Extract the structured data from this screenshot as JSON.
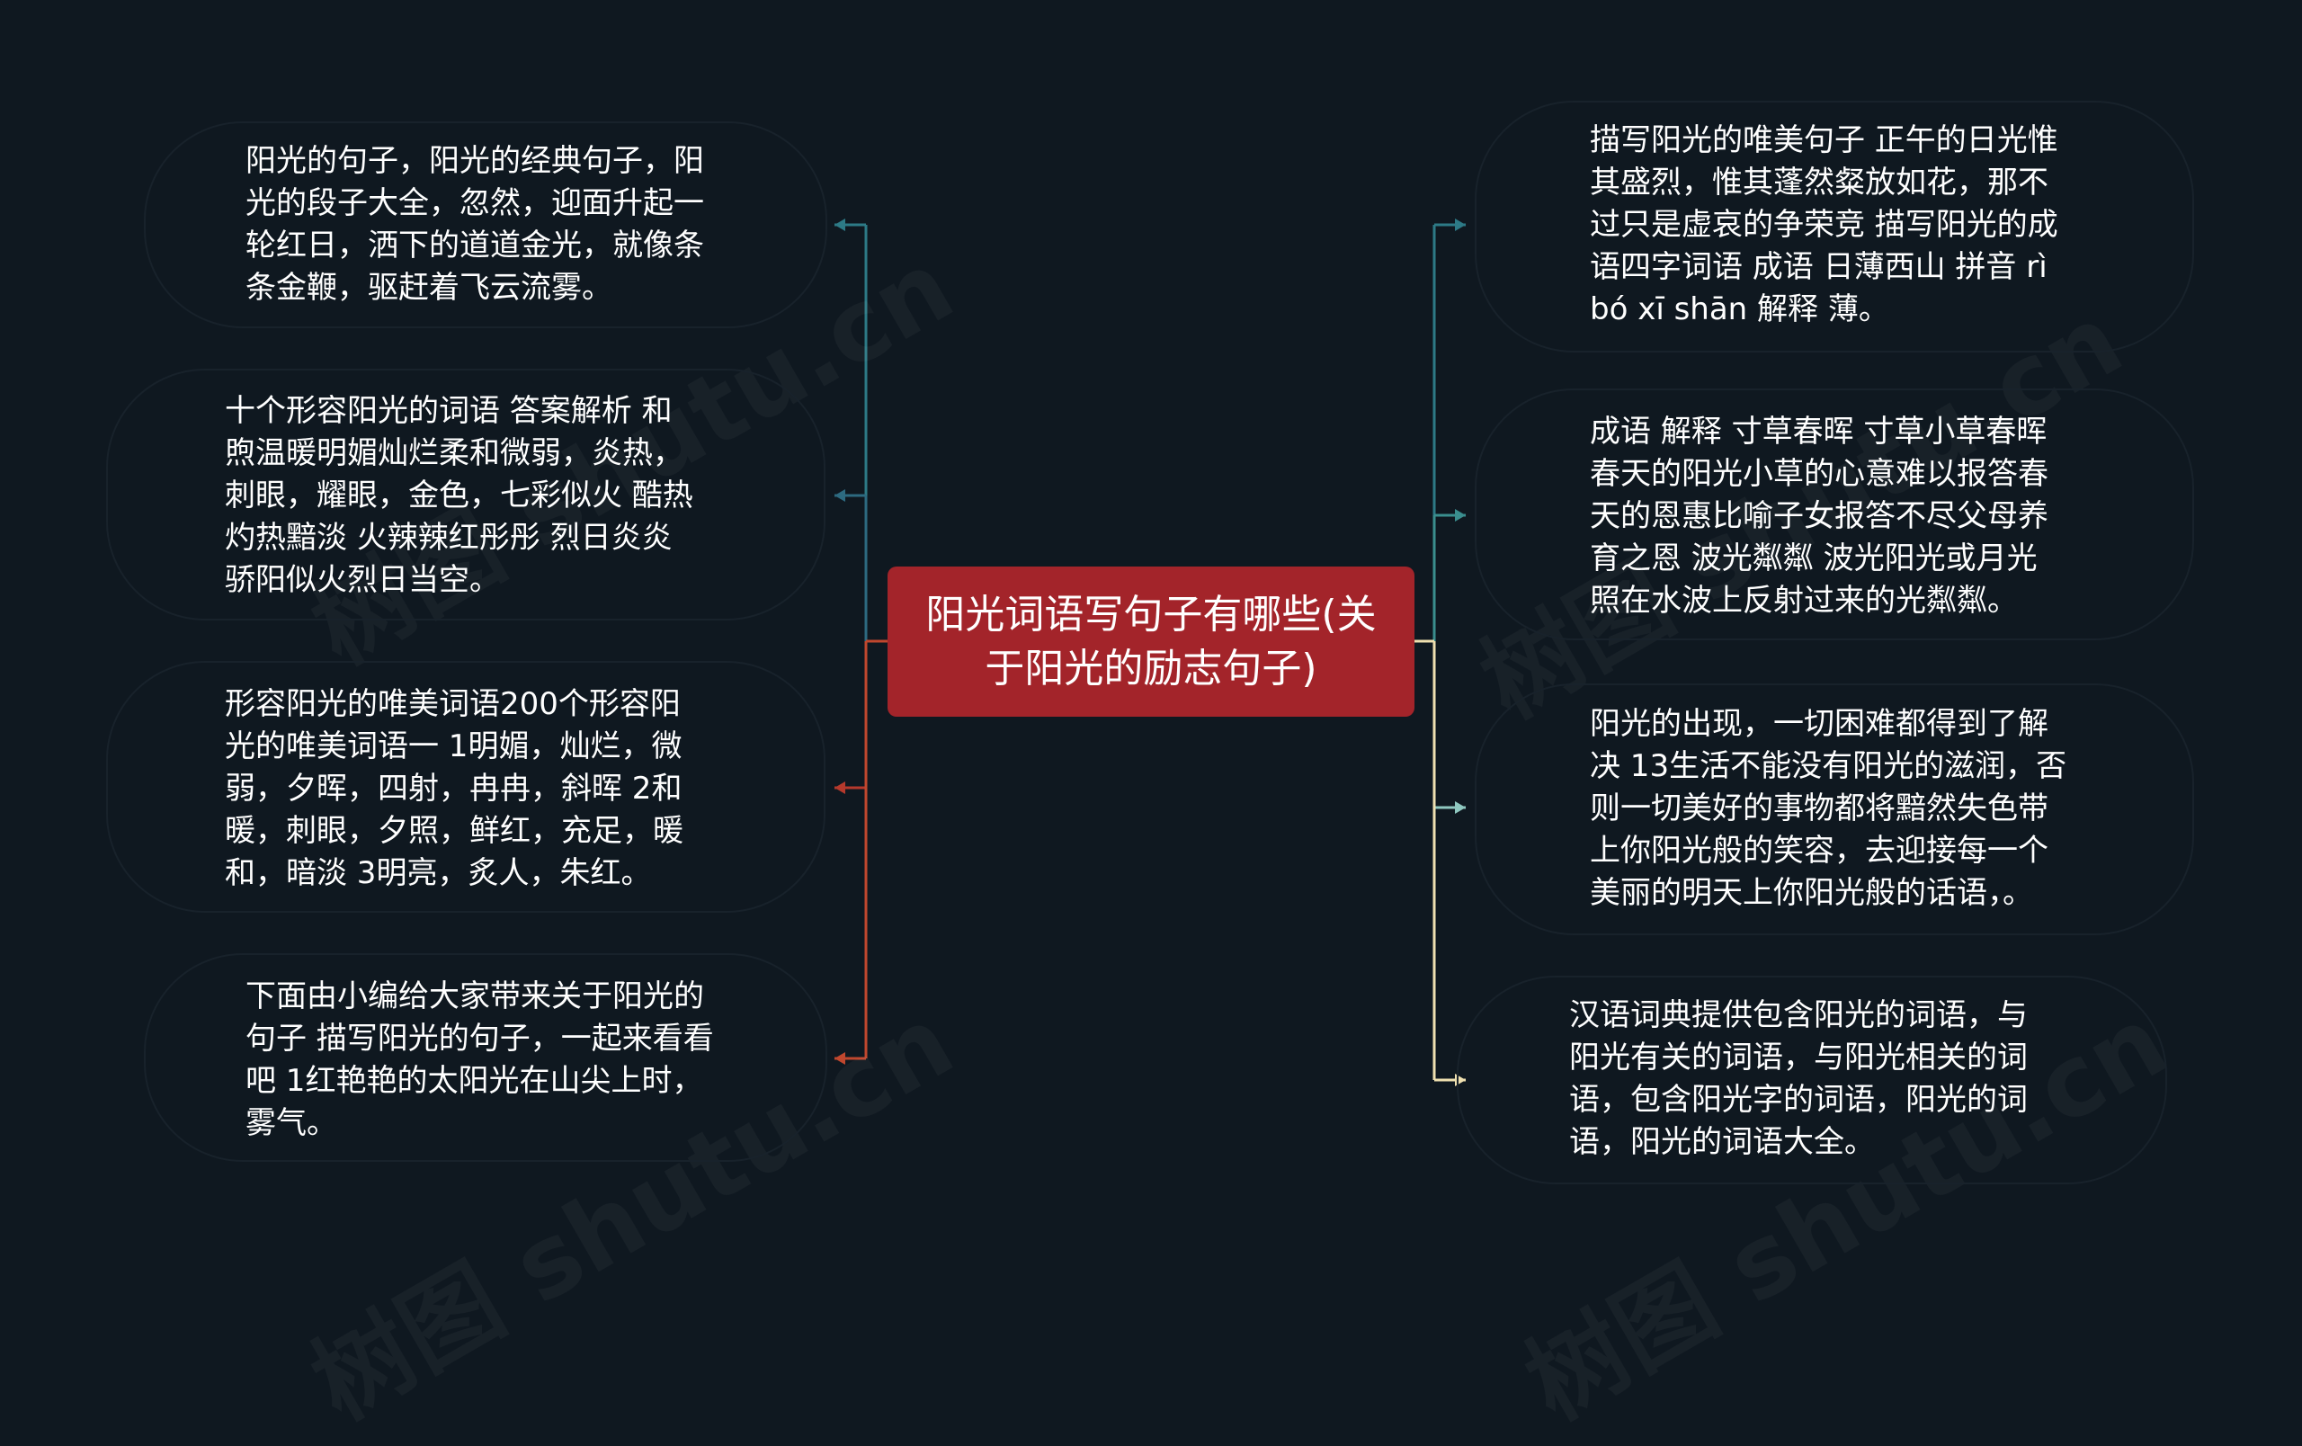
{
  "center": {
    "title": "阳光词语写句子有哪些(关\n于阳光的励志句子)"
  },
  "left_nodes": [
    {
      "text": "阳光的句子，阳光的经典句子，阳\n光的段子大全，忽然，迎面升起一\n轮红日，洒下的道道金光，就像条\n条金鞭，驱赶着飞云流雾。",
      "connector_color": "#2d7a86"
    },
    {
      "text": "十个形容阳光的词语 答案解析 和\n煦温暖明媚灿烂柔和微弱，炎热，\n刺眼，耀眼，金色，七彩似火 酷热\n灼热黯淡 火辣辣红彤彤 烈日炎炎\n骄阳似火烈日当空。",
      "connector_color": "#2d6a80"
    },
    {
      "text": "形容阳光的唯美词语200个形容阳\n光的唯美词语一 1明媚，灿烂，微\n弱，夕晖，四射，冉冉，斜晖 2和\n暖，刺眼，夕照，鲜红，充足，暖\n和，暗淡 3明亮，炙人，朱红。",
      "connector_color": "#b5392c"
    },
    {
      "text": "下面由小编给大家带来关于阳光的\n句子 描写阳光的句子，一起来看看\n吧 1红艳艳的太阳光在山尖上时，\n雾气。",
      "connector_color": "#c0472e"
    }
  ],
  "right_nodes": [
    {
      "text": "描写阳光的唯美句子 正午的日光惟\n其盛烈，惟其蓬然粲放如花，那不\n过只是虚哀的争荣竞 描写阳光的成\n语四字词语 成语 日薄西山 拼音 rì\nbó xī shān 解释 薄。",
      "connector_color": "#2d7a86"
    },
    {
      "text": "成语 解释 寸草春晖 寸草小草春晖\n春天的阳光小草的心意难以报答春\n天的恩惠比喻子女报答不尽父母养\n育之恩 波光粼粼 波光阳光或月光\n照在水波上反射过来的光粼粼。",
      "connector_color": "#3a8e8e"
    },
    {
      "text": "阳光的出现，一切困难都得到了解\n决 13生活不能没有阳光的滋润，否\n则一切美好的事物都将黯然失色带\n上你阳光般的笑容，去迎接每一个\n美丽的明天上你阳光般的话语，。",
      "connector_color": "#8fc8c0"
    },
    {
      "text": "汉语词典提供包含阳光的词语，与\n阳光有关的词语，与阳光相关的词\n语，包含阳光字的词语，阳光的词\n语，阳光的词语大全。",
      "connector_color": "#efe0b0"
    }
  ],
  "watermarks": [
    "树图 shutu.cn",
    "树图 shutu.cn",
    "树图 shutu.cn",
    "树图 shutu.cn"
  ]
}
